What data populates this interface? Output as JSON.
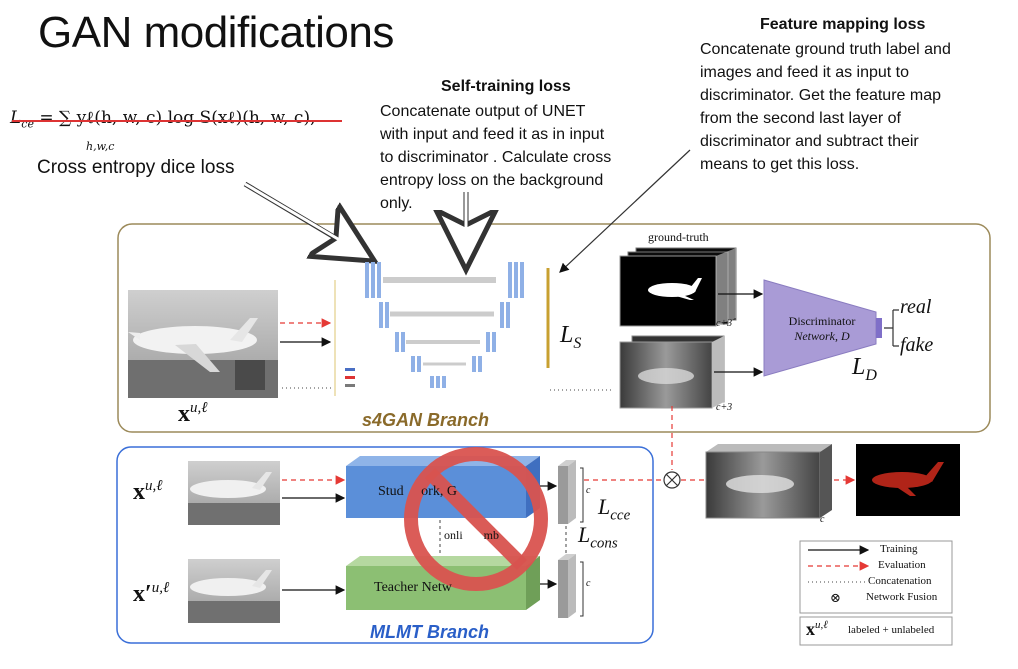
{
  "slide_title": "GAN modifications",
  "ce_formula": {
    "lhs": "L",
    "lhs_sub": "ce",
    "rhs": "= ∑ yℓ(h, w, c) log S(xℓ)(h, w, c),",
    "sum_sub": "h,w,c",
    "caption": "Cross entropy dice loss"
  },
  "self_training": {
    "heading": "Self-training loss",
    "body": "Concatenate output of UNET\nwith input  and feed it as in input\nto discriminator . Calculate cross\nentropy loss on the background\nonly."
  },
  "feature_mapping": {
    "heading": "Feature mapping loss",
    "body": "Concatenate ground truth label and\nimages and feed it as input to\ndiscriminator. Get the feature map\nfrom the second last layer of\ndiscriminator and subtract their\nmeans to get this loss."
  },
  "s4gan": {
    "branch_label": "s4GAN Branch",
    "input_label": "x",
    "input_sup": "u,ℓ",
    "ground_truth_label": "ground-truth",
    "c3_a": "c+3",
    "c3_b": "c+3",
    "loss_s": "L",
    "loss_s_sub": "S",
    "discriminator_line1": "Discriminator",
    "discriminator_line2": "Network, D",
    "real_label": "real",
    "fake_label": "fake",
    "loss_d": "L",
    "loss_d_sub": "D"
  },
  "mlmt": {
    "branch_label": "MLMT Branch",
    "input1_label": "x",
    "input1_sup": "u,ℓ",
    "input2_label": "x′",
    "input2_sup": "u,ℓ",
    "student_label": "Stud     ork, G",
    "teacher_label": "Teacher Netw",
    "online_label": "onli       mb",
    "c_a": "c",
    "c_b": "c",
    "c_out": "c",
    "loss_cce": "L",
    "loss_cce_sub": "cce",
    "loss_cons": "L",
    "loss_cons_sub": "cons"
  },
  "legend": {
    "training": "Training",
    "evaluation": "Evaluation",
    "concatenation": "Concatenation",
    "fusion": "Network Fusion",
    "fusion_symbol": "⊗",
    "data_symbol": "x",
    "data_sup": "u,ℓ",
    "data_label": "labeled + unlabeled"
  },
  "colors": {
    "s4gan_frame": "#9c8a5a",
    "s4gan_label": "#8a6a2a",
    "mlmt_frame": "#3a6fd8",
    "mlmt_label": "#2a5fc8",
    "student": "#5b8fd9",
    "teacher": "#8cbf73",
    "discriminator": "#a99bd6",
    "prohibit": "#d9534f",
    "eval_arrow": "#e53935"
  }
}
